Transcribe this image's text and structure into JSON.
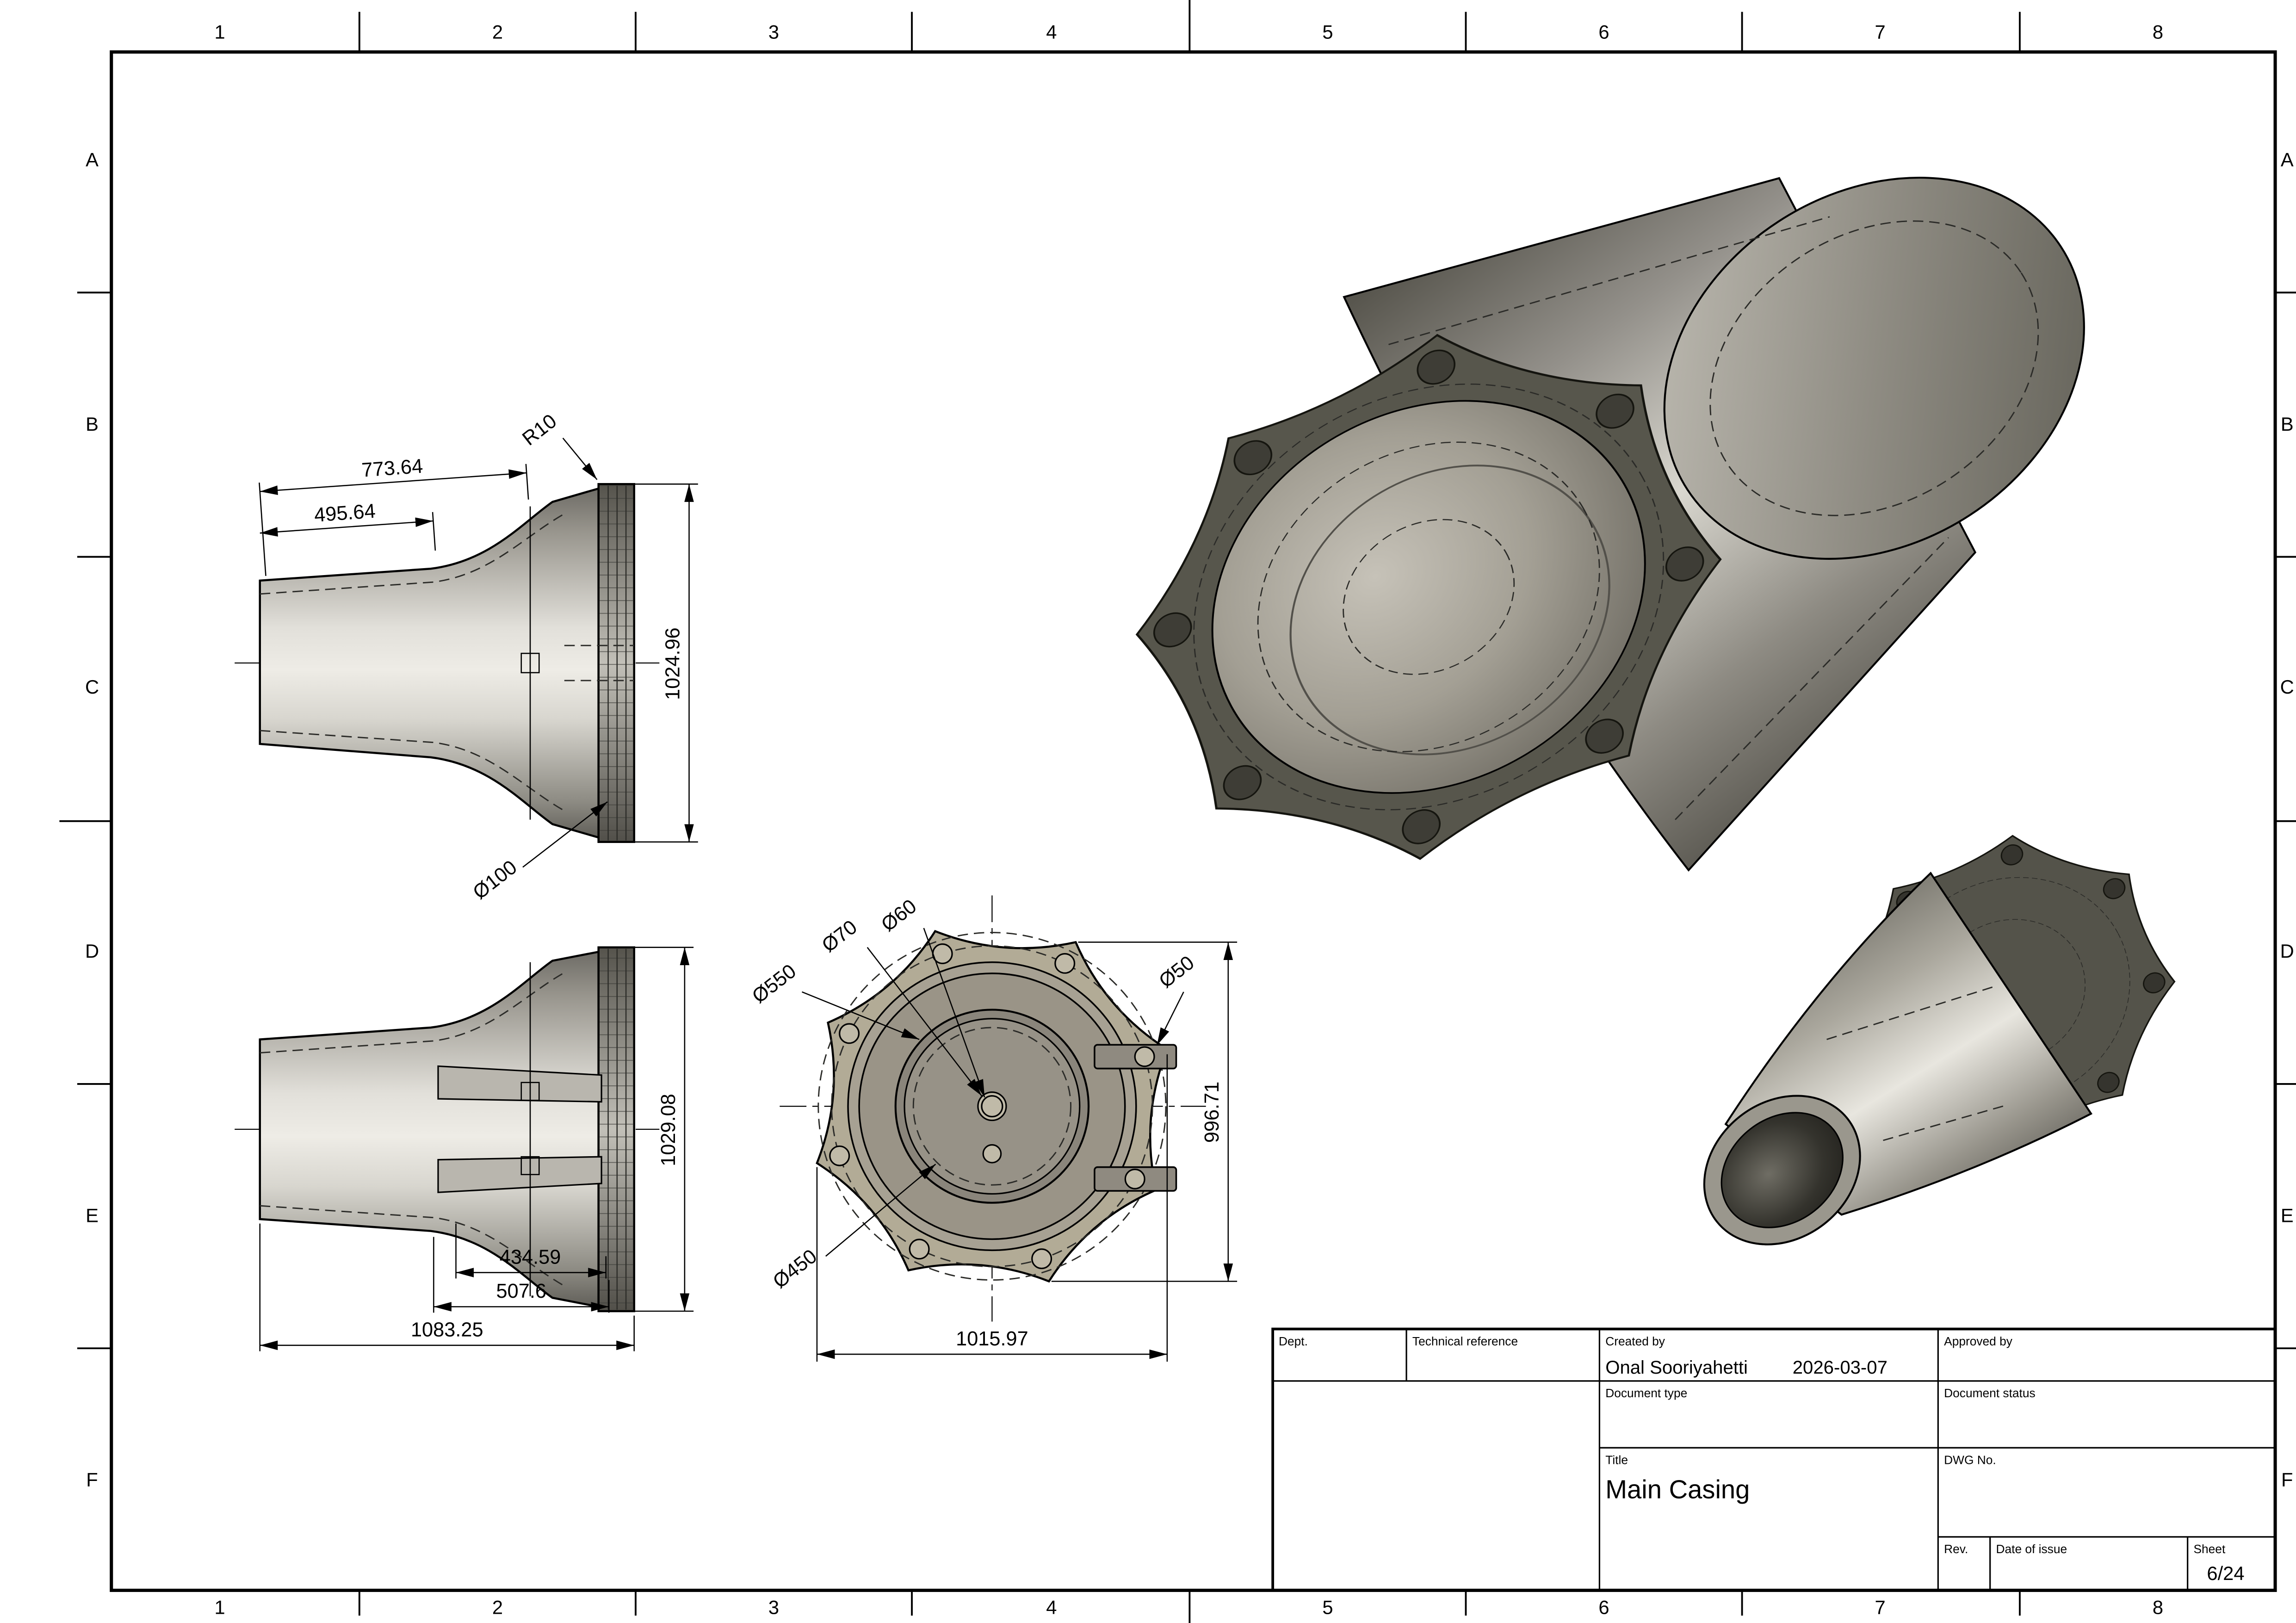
{
  "sheet": {
    "columns": [
      "1",
      "2",
      "3",
      "4",
      "5",
      "6",
      "7",
      "8"
    ],
    "rows": [
      "A",
      "B",
      "C",
      "D",
      "E",
      "F"
    ]
  },
  "views": {
    "side_top": {
      "len_outer": "773.64",
      "len_inner": "495.64",
      "fillet": "R10",
      "height": "1024.96",
      "bore": "Ø100"
    },
    "side_bottom": {
      "height": "1029.08",
      "w1": "434.59",
      "w2": "507.6",
      "w3": "1083.25"
    },
    "front": {
      "d60": "Ø60",
      "d70": "Ø70",
      "d550": "Ø550",
      "d50": "Ø50",
      "d450": "Ø450",
      "height": "996.71",
      "width": "1015.97"
    }
  },
  "title_block": {
    "dept_label": "Dept.",
    "technical_reference_label": "Technical reference",
    "created_by_label": "Created by",
    "created_by": "Onal Sooriyahetti",
    "created_date": "2026-03-07",
    "approved_by_label": "Approved by",
    "document_type_label": "Document type",
    "document_status_label": "Document status",
    "title_label": "Title",
    "title": "Main Casing",
    "dwg_no_label": "DWG No.",
    "rev_label": "Rev.",
    "date_of_issue_label": "Date of issue",
    "sheet_label": "Sheet",
    "sheet_number": "6/24"
  }
}
